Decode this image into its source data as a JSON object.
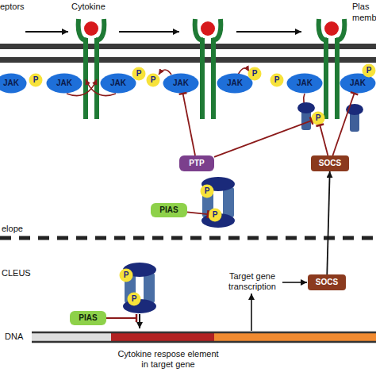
{
  "diagram": {
    "nodes": [
      {
        "text": [
          "JAK"
        ]
      },
      {
        "text": [
          "JAK"
        ]
      },
      {
        "text": [
          "JAK"
        ]
      },
      {
        "text": [
          "JAK"
        ]
      },
      {
        "text": [
          "JAK"
        ]
      },
      {
        "text": [
          "JAK"
        ]
      },
      {
        "text": [
          "JAK"
        ]
      },
      {
        "text": [
          "P"
        ]
      },
      {
        "text": [
          "P"
        ]
      },
      {
        "text": [
          "P"
        ]
      },
      {
        "text": [
          "P"
        ]
      },
      {
        "text": [
          "P"
        ]
      },
      {
        "text": [
          "P"
        ]
      },
      {
        "text": [
          "P"
        ]
      },
      {
        "text": [
          "P"
        ]
      },
      {
        "text": [
          "P"
        ]
      },
      {
        "text": [
          "P"
        ]
      },
      {
        "text": [
          "P"
        ]
      },
      {
        "text": [
          "PTP"
        ]
      },
      {
        "text": [
          "PIAS"
        ]
      },
      {
        "text": [
          "SOCS"
        ]
      },
      {
        "text": [
          "PIAS"
        ]
      },
      {
        "text": [
          "SOCS"
        ]
      }
    ],
    "edges": [
      {
        "from": 22,
        "to": 20,
        "arrow": "to"
      },
      {
        "from": 20,
        "to": 6,
        "arrow": "to"
      },
      {
        "from": 20,
        "to": 13,
        "arrow": "to"
      },
      {
        "from": 18,
        "to": 3,
        "arrow": "to"
      },
      {
        "from": 18,
        "to": 13,
        "arrow": "to"
      },
      {
        "from": 19,
        "to": 15,
        "arrow": "to"
      }
    ],
    "labels": [
      "eptors",
      "Cytokine",
      "Plas",
      "memb",
      "elope",
      "CLEUS",
      "DNA",
      "Target gene transcription",
      "Cytokine respose element in target gene"
    ]
  }
}
